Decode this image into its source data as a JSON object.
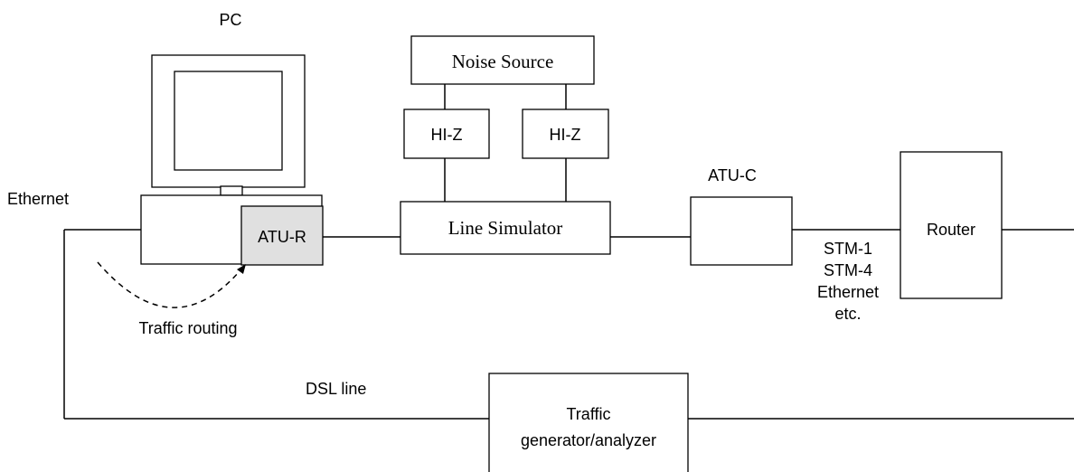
{
  "labels": {
    "pc": "PC",
    "ethernet_left": "Ethernet",
    "atu_r": "ATU-R",
    "traffic_routing": "Traffic routing",
    "noise_source": "Noise Source",
    "hi_z_1": "HI-Z",
    "hi_z_2": "HI-Z",
    "line_simulator": "Line Simulator",
    "atu_c": "ATU-C",
    "router": "Router",
    "interfaces": [
      "STM-1",
      "STM-4",
      "Ethernet",
      "etc."
    ],
    "dsl_line": "DSL line",
    "traffic_gen_line1": "Traffic",
    "traffic_gen_line2": "generator/analyzer"
  },
  "colors": {
    "atu_r_fill": "#e0e0e0",
    "stroke": "#000000"
  }
}
